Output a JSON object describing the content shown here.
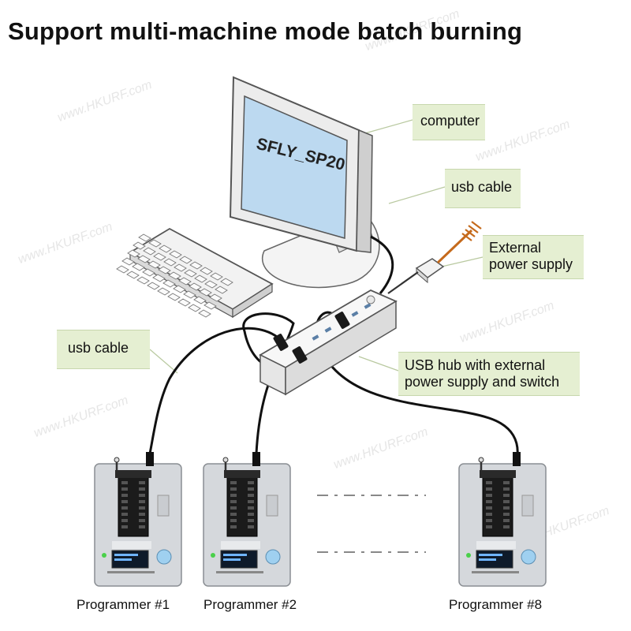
{
  "title": "Support multi-machine mode batch burning",
  "screen_text": "SFLY_SP20",
  "watermark": "www.HKURF.com",
  "callouts": {
    "computer": "computer",
    "usb_cable_top": "usb cable",
    "external_power": "External\npower supply",
    "usb_cable_left": "usb cable",
    "usb_hub": "USB hub with external\npower supply and switch"
  },
  "programmers": [
    {
      "label": "Programmer #1"
    },
    {
      "label": "Programmer #2"
    },
    {
      "label": "Programmer #8"
    }
  ],
  "colors": {
    "callout_bg": "#e5efd2",
    "screen": "#bcd9f0",
    "cable": "#111111",
    "device": "#d5d8dc"
  }
}
